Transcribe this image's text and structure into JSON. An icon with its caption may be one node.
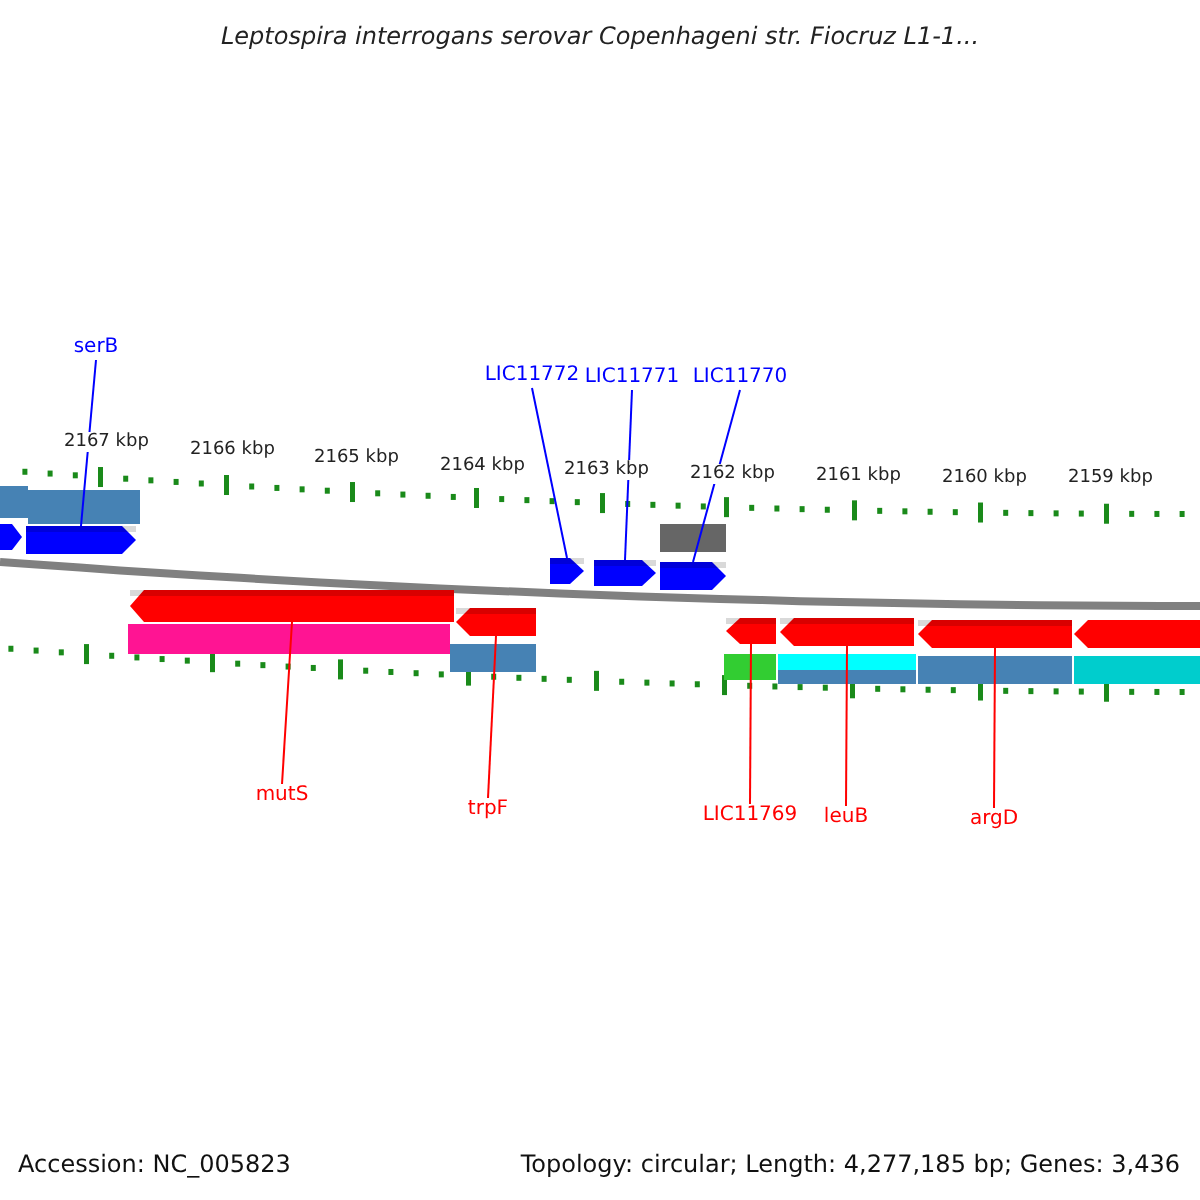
{
  "diagram": {
    "title": "Leptospira interrogans serovar Copenhageni str. Fiocruz L1-1...",
    "nodes": [
      {
        "text": [
          "serB"
        ]
      },
      {
        "text": [],
        "shape": "arrow"
      },
      {
        "text": [
          "LIC11772"
        ]
      },
      {
        "text": [],
        "shape": "arrow"
      },
      {
        "text": [
          "LIC11771"
        ]
      },
      {
        "text": [],
        "shape": "arrow"
      },
      {
        "text": [
          "LIC11770"
        ]
      },
      {
        "text": [],
        "shape": "arrow"
      },
      {
        "text": [
          "mutS"
        ]
      },
      {
        "text": [],
        "shape": "arrow"
      },
      {
        "text": [
          "trpF"
        ]
      },
      {
        "text": [],
        "shape": "arrow"
      },
      {
        "text": [
          "LIC11769"
        ]
      },
      {
        "text": [],
        "shape": "arrow"
      },
      {
        "text": [
          "leuB"
        ]
      },
      {
        "text": [],
        "shape": "arrow"
      },
      {
        "text": [
          "argD"
        ]
      },
      {
        "text": [],
        "shape": "arrow"
      }
    ],
    "edges": [
      {
        "from": 0,
        "to": 1,
        "arrow": "none",
        "color": "#0000ff"
      },
      {
        "from": 2,
        "to": 3,
        "arrow": "none",
        "color": "#0000ff"
      },
      {
        "from": 4,
        "to": 5,
        "arrow": "none",
        "color": "#0000ff"
      },
      {
        "from": 6,
        "to": 7,
        "arrow": "none",
        "color": "#0000ff"
      },
      {
        "from": 8,
        "to": 9,
        "arrow": "none"
      },
      {
        "from": 10,
        "to": 11,
        "arrow": "none"
      },
      {
        "from": 12,
        "to": 13,
        "arrow": "none"
      },
      {
        "from": 14,
        "to": 15,
        "arrow": "none"
      },
      {
        "from": 16,
        "to": 17,
        "arrow": "none"
      }
    ],
    "labels": [
      "2167 kbp",
      "2166 kbp",
      "2165 kbp",
      "2164 kbp",
      "2163 kbp",
      "2162 kbp",
      "2161 kbp",
      "2160 kbp",
      "2159 kbp",
      "Accession: NC_005823",
      "Topology: circular; Length: 4,277,185 bp; Genes: 3,436"
    ]
  }
}
